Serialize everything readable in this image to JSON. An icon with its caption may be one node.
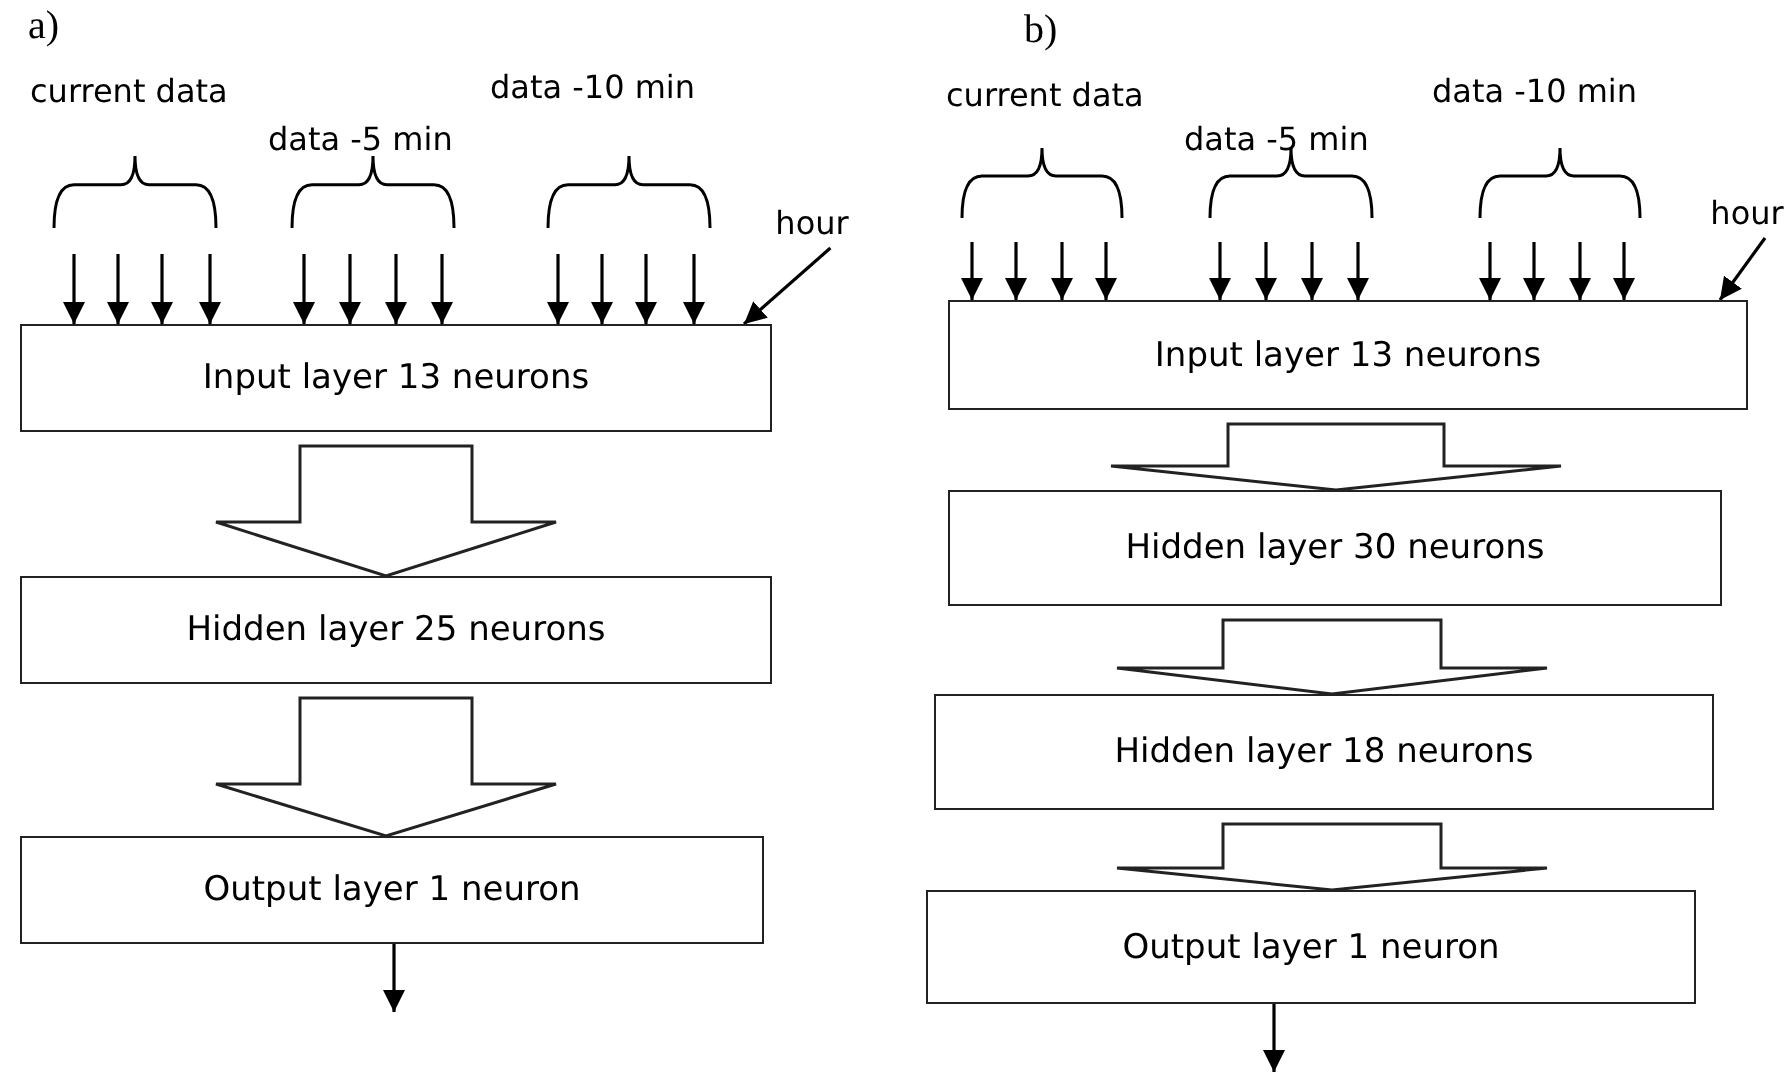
{
  "diagram": {
    "nodes": [
      {
        "text": [
          "Input layer 13 neurons"
        ]
      },
      {
        "text": [
          "Hidden layer 25 neurons"
        ]
      },
      {
        "text": [
          "Output layer 1 neuron"
        ]
      },
      {
        "text": [
          "hour"
        ]
      },
      {
        "text": [
          "Input layer 13 neurons"
        ]
      },
      {
        "text": [
          "Hidden layer 30 neurons"
        ]
      },
      {
        "text": [
          "Hidden layer 18 neurons"
        ]
      },
      {
        "text": [
          "Output layer 1 neuron"
        ]
      },
      {
        "text": [
          "hour"
        ]
      }
    ],
    "edges": [
      {
        "from": null,
        "to": 0,
        "arrow": "to"
      },
      {
        "from": null,
        "to": 0,
        "arrow": "to"
      },
      {
        "from": null,
        "to": 0,
        "arrow": "to"
      },
      {
        "from": null,
        "to": 0,
        "arrow": "to"
      },
      {
        "from": null,
        "to": 0,
        "arrow": "to"
      },
      {
        "from": null,
        "to": 0,
        "arrow": "to"
      },
      {
        "from": null,
        "to": 0,
        "arrow": "to"
      },
      {
        "from": null,
        "to": 0,
        "arrow": "to"
      },
      {
        "from": null,
        "to": 0,
        "arrow": "to"
      },
      {
        "from": null,
        "to": 0,
        "arrow": "to"
      },
      {
        "from": null,
        "to": 0,
        "arrow": "to"
      },
      {
        "from": null,
        "to": 0,
        "arrow": "to"
      },
      {
        "from": 3,
        "to": 0,
        "arrow": "to"
      },
      {
        "from": 0,
        "to": 1,
        "arrow": "to",
        "style": "thick"
      },
      {
        "from": 1,
        "to": 2,
        "arrow": "to",
        "style": "thick"
      },
      {
        "from": 2,
        "to": null,
        "arrow": "to"
      },
      {
        "from": null,
        "to": 4,
        "arrow": "to"
      },
      {
        "from": null,
        "to": 4,
        "arrow": "to"
      },
      {
        "from": null,
        "to": 4,
        "arrow": "to"
      },
      {
        "from": null,
        "to": 4,
        "arrow": "to"
      },
      {
        "from": null,
        "to": 4,
        "arrow": "to"
      },
      {
        "from": null,
        "to": 4,
        "arrow": "to"
      },
      {
        "from": null,
        "to": 4,
        "arrow": "to"
      },
      {
        "from": null,
        "to": 4,
        "arrow": "to"
      },
      {
        "from": null,
        "to": 4,
        "arrow": "to"
      },
      {
        "from": null,
        "to": 4,
        "arrow": "to"
      },
      {
        "from": null,
        "to": 4,
        "arrow": "to"
      },
      {
        "from": null,
        "to": 4,
        "arrow": "to"
      },
      {
        "from": 8,
        "to": 4,
        "arrow": "to"
      },
      {
        "from": 4,
        "to": 5,
        "arrow": "to",
        "style": "thick"
      },
      {
        "from": 5,
        "to": 6,
        "arrow": "to",
        "style": "thick"
      },
      {
        "from": 6,
        "to": 7,
        "arrow": "to",
        "style": "thick"
      },
      {
        "from": 7,
        "to": null,
        "arrow": "to"
      }
    ],
    "labels": [
      "a)",
      "current data",
      "data -5 min",
      "data -10 min",
      "b)",
      "current data",
      "data -5 min",
      "data -10 min"
    ]
  }
}
